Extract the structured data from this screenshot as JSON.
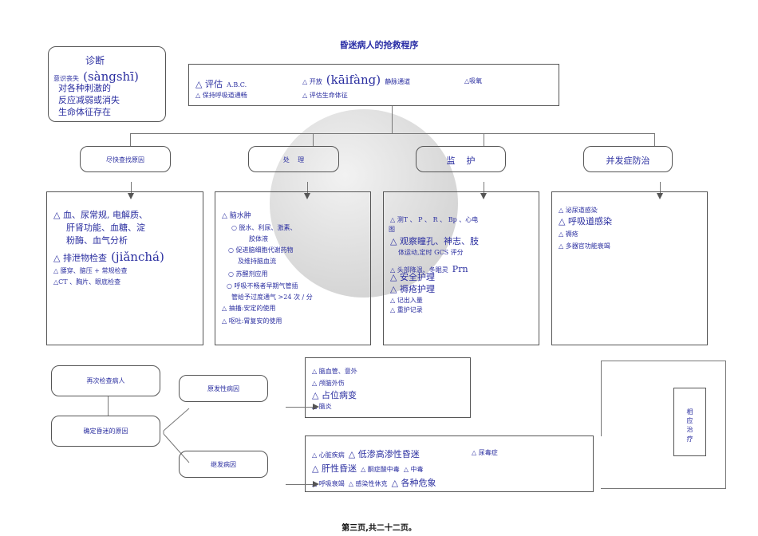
{
  "title": "昏迷病人的抢救程序",
  "diagnosis": {
    "heading": "诊断",
    "line1_small": "意识丧失",
    "line1_big": "(sàngshī)",
    "line2": "对各种刺激的",
    "line3": "反应减弱或消失",
    "line4": "生命体征存在"
  },
  "assess": {
    "item1": "△ 评估",
    "item1_abc": "A.B.C.",
    "item2_prefix": "△ 开放",
    "item2_pinyin": "(kāifàng)",
    "item2_suffix": "静脉通道",
    "item3": "△吸氧",
    "item4": "△ 保持呼吸道通畅",
    "item5": "△ 评估生命体征"
  },
  "categories": {
    "c1": "尽快查找原因",
    "c2": "处    理",
    "c3": "监    护",
    "c4": "并发症防治"
  },
  "col1": {
    "l1": "△ 血、尿常规, 电解质、",
    "l2": "肝肾功能、血糖、淀",
    "l3": "粉酶、血气分析",
    "l4_prefix": "△ 排泄物检查",
    "l4_pinyin": "(jiǎnchá)",
    "l5": "△ 腰穿、脑压 + 常规检查",
    "l6": "△CT 、胸片、眼底检查"
  },
  "col2": {
    "l1": "△ 脑水肿",
    "l2": "○ 脱水、利尿、激素、",
    "l3": "胶体液",
    "l4": "○ 促进脑细胞代谢药物",
    "l5": "及维持脑血流",
    "l6": "○ 苏醒剂应用",
    "l7": "○ 呼吸不畅者早期气管插",
    "l8": "管给予过度通气 >24 次 / 分",
    "l9": "△ 抽搐:安定的使用",
    "l10": "△ 呕吐:胃复安的使用"
  },
  "col3": {
    "l1": "△ 测T 、 P 、 R 、 Bp 、心电",
    "l2": "图",
    "l3": "△ 观察瞳孔、神志、肢",
    "l4": "体运动,定时 GCS 评分",
    "l5_prefix": "△ 头部降温、冬眠灵",
    "l5_big": "Prn",
    "l6": "△ 安全护理",
    "l7": "△ 褥疮护理",
    "l8": "△ 记出入量",
    "l9": "△ 重护记录"
  },
  "col4": {
    "l1": "△ 泌尿道感染",
    "l2": "△ 呼吸道感染",
    "l3": "△ 褥疮",
    "l4": "△ 多器官功能衰竭"
  },
  "bottom": {
    "recheck": "再次检查病人",
    "confirm": "确定昏迷的原因",
    "primary": "原发性病因",
    "secondary": "继发病因",
    "treat": "相应治疗"
  },
  "primary_list": {
    "l1": "△ 脑血管、意外",
    "l2": "△ 颅脑外伤",
    "l3": "△ 占位病变",
    "l4": "△ 脑炎"
  },
  "secondary_list": {
    "a1": "△ 心脏疾病",
    "a2": "△ 低渗高渗性昏迷",
    "a3": "△ 尿毒症",
    "b1": "△ 肝性昏迷",
    "b2": "△ 酮症酸中毒",
    "b3": "△ 中毒",
    "c1": "△ 呼吸衰竭",
    "c2": "△ 感染性休克",
    "c3": "△ 各种危象"
  },
  "footer": "第三页,共二十二页。"
}
